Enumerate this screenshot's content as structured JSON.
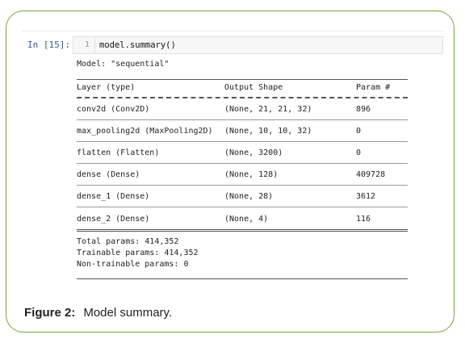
{
  "cell": {
    "prompt": "In [15]:",
    "line_number": "1",
    "code": "model.summary()"
  },
  "summary": {
    "model_line": "Model: \"sequential\"",
    "headers": {
      "layer": "Layer (type)",
      "shape": "Output Shape",
      "params": "Param #"
    },
    "rows": [
      {
        "layer": "conv2d (Conv2D)",
        "shape": "(None, 21, 21, 32)",
        "params": "896"
      },
      {
        "layer": "max_pooling2d (MaxPooling2D)",
        "shape": "(None, 10, 10, 32)",
        "params": "0"
      },
      {
        "layer": "flatten (Flatten)",
        "shape": "(None, 3200)",
        "params": "0"
      },
      {
        "layer": "dense (Dense)",
        "shape": "(None, 128)",
        "params": "409728"
      },
      {
        "layer": "dense_1 (Dense)",
        "shape": "(None, 28)",
        "params": "3612"
      },
      {
        "layer": "dense_2 (Dense)",
        "shape": "(None, 4)",
        "params": "116"
      }
    ],
    "total_params": "Total params: 414,352",
    "trainable_params": "Trainable params: 414,352",
    "non_trainable_params": "Non-trainable params: 0"
  },
  "caption": {
    "label": "Figure 2:",
    "text": "Model summary."
  },
  "colors": {
    "frame_border": "#7aa23f",
    "prompt": "#3b5a98"
  }
}
